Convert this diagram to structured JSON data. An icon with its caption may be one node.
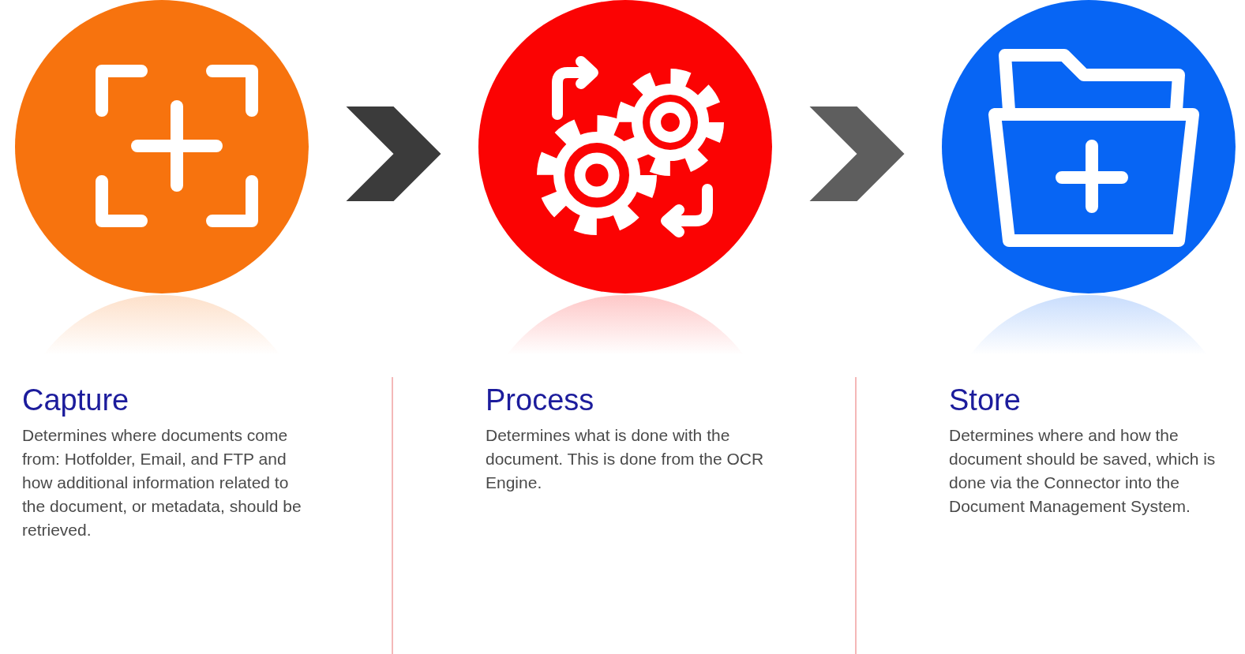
{
  "diagram": {
    "nodes": [
      {
        "text": [],
        "shape": "circle",
        "beside": [
          "Capture",
          "Determines where documents come from: Hotfolder, Email, and FTP and how additional information related to the document, or metadata, should be retrieved."
        ]
      },
      {
        "text": [],
        "shape": "circle",
        "beside": [
          "Process",
          "Determines what is done with the document. This is done from the OCR Engine."
        ]
      },
      {
        "text": [],
        "shape": "circle",
        "beside": [
          "Store",
          "Determines where and how the document should be saved, which is done via the Connector into the Document Management System."
        ]
      }
    ],
    "edges": [
      {
        "from": 0,
        "to": 1,
        "arrow": "to"
      },
      {
        "from": 1,
        "to": 2,
        "arrow": "to",
        "color": "#5e5e5e"
      }
    ]
  }
}
